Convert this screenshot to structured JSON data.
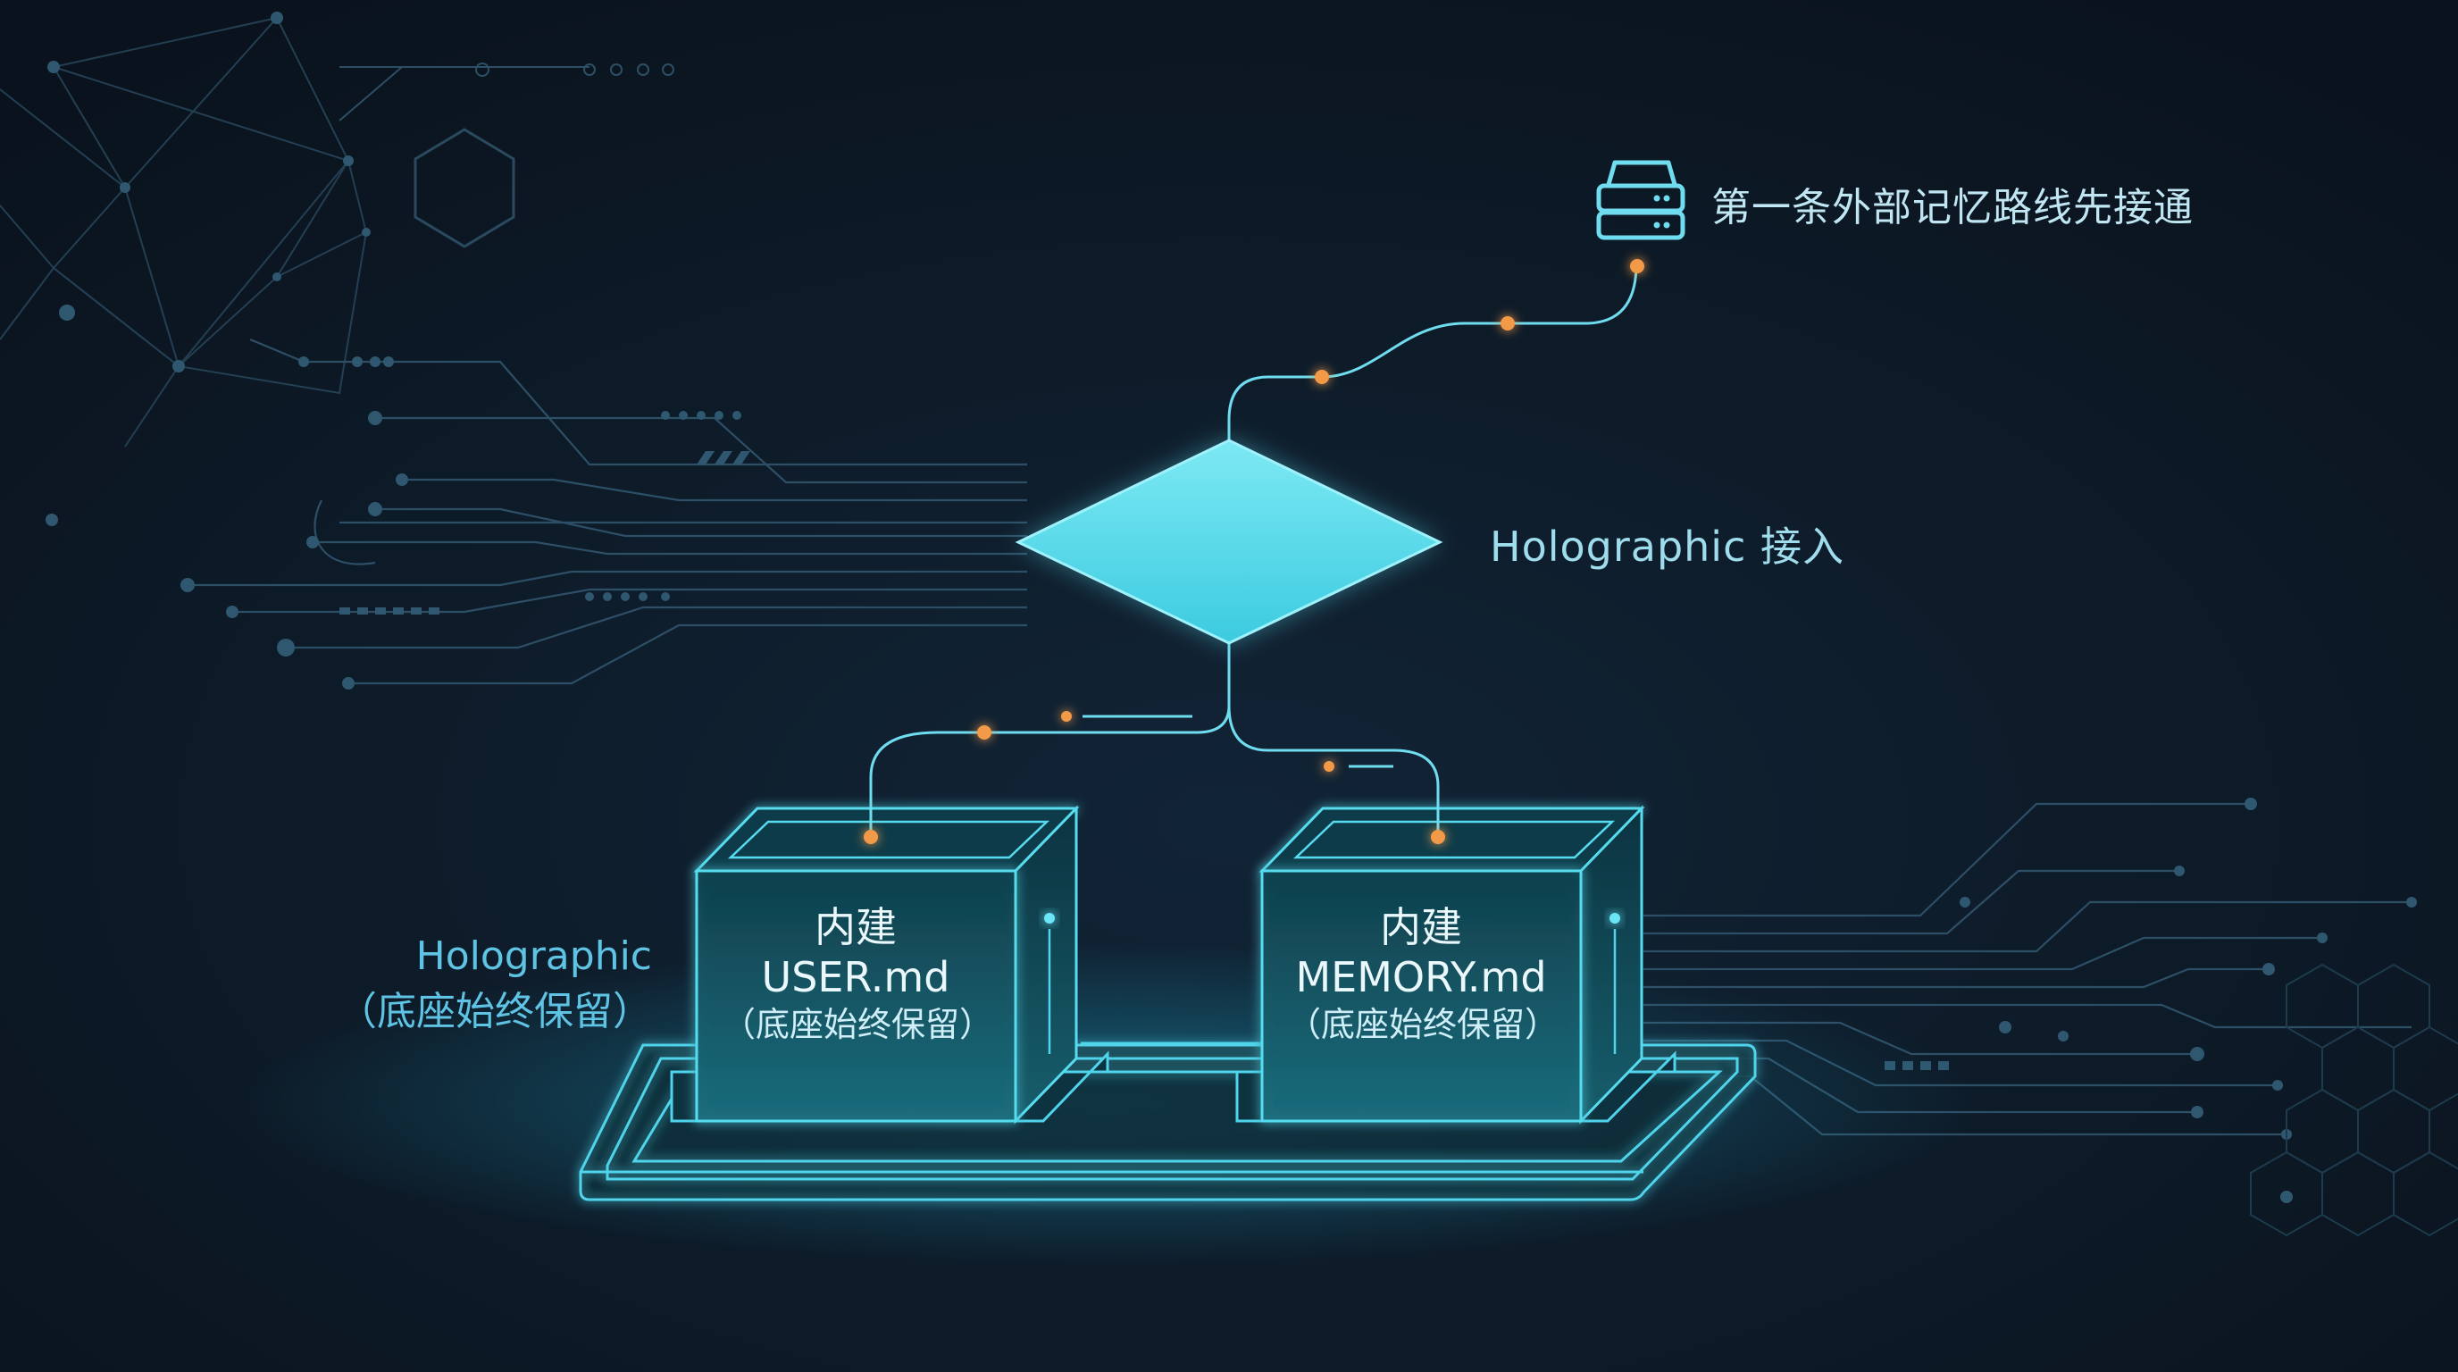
{
  "diagram": {
    "top_label": "第一条外部记忆路线先接通",
    "hub_label": "Holographic 接入",
    "base_label_line1": "Holographic",
    "base_label_line2": "（底座始终保留）",
    "boxes": [
      {
        "line1": "内建",
        "line2": "USER.md",
        "line3": "（底座始终保留）"
      },
      {
        "line1": "内建",
        "line2": "MEMORY.md",
        "line3": "（底座始终保留）"
      }
    ]
  },
  "icons": {
    "database": "database-server-icon"
  },
  "colors": {
    "background": "#0c1622",
    "accent_cyan": "#53d8ee",
    "node_orange": "#f39a4a",
    "circuit_line": "#2d4f66"
  }
}
